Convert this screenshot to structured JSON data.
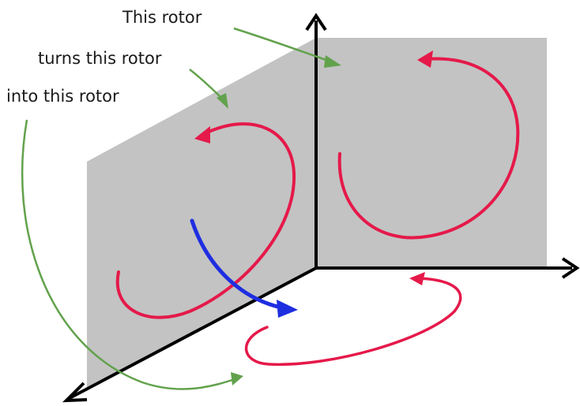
{
  "labels": {
    "label_1": "This rotor",
    "label_2": "turns this rotor",
    "label_3": "into this rotor"
  },
  "colors": {
    "plane": "#c3c3c3",
    "axis": "#000000",
    "rotor": "#e5194a",
    "rotation": "#1f2ee0",
    "annotation": "#62a24c"
  }
}
